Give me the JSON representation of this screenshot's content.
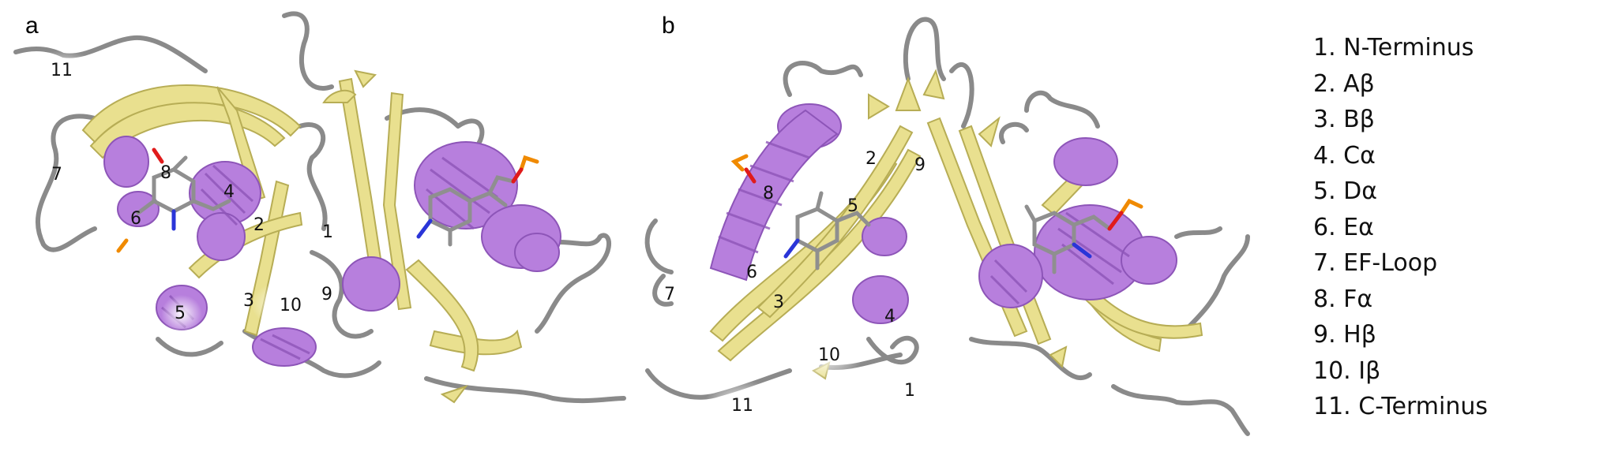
{
  "panels": [
    {
      "letter": "a",
      "labels": [
        "11",
        "7",
        "8",
        "4",
        "6",
        "2",
        "1",
        "5",
        "3",
        "10",
        "9"
      ]
    },
    {
      "letter": "b",
      "labels": [
        "8",
        "2",
        "9",
        "5",
        "6",
        "7",
        "3",
        "4",
        "10",
        "1",
        "11"
      ]
    }
  ],
  "legend": [
    "1. N-Terminus",
    "2. Aβ",
    "3. Bβ",
    "4. Cα",
    "5. Dα",
    "6. Eα",
    "7. EF-Loop",
    "8. Fα",
    "9. Hβ",
    "10. Iβ",
    "11. C-Terminus"
  ],
  "colors": {
    "helix": "#b77fdd",
    "helix_dark": "#8d55b8",
    "sheet": "#e9e08f",
    "sheet_dark": "#b7ad55",
    "loop": "#8a8a8a",
    "carbon": "#8f8f8f",
    "nitrogen": "#2a35d8",
    "oxygen": "#e01b1b",
    "phosphorus": "#f08a00"
  }
}
